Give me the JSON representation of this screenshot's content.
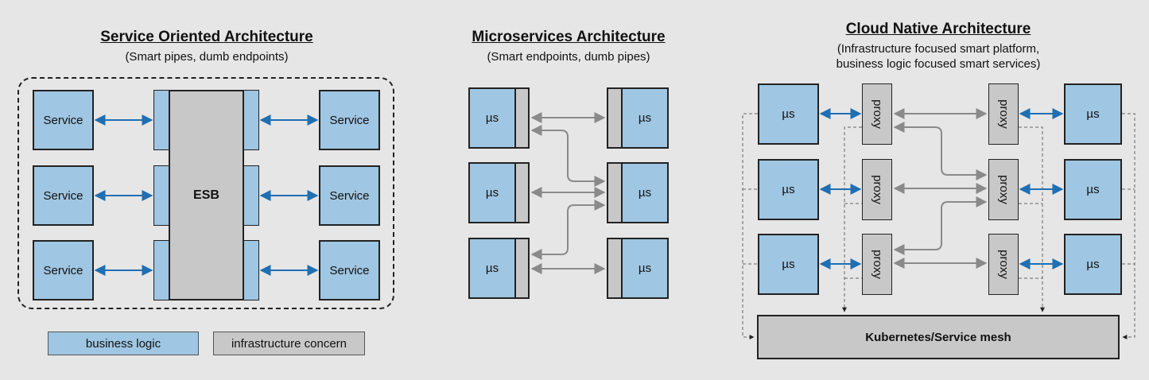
{
  "soa": {
    "title": "Service Oriented Architecture",
    "subtitle": "(Smart pipes, dumb endpoints)",
    "service_label": "Service",
    "esb_label": "ESB"
  },
  "legend": {
    "business": "business logic",
    "infra": "infrastructure concern"
  },
  "micro": {
    "title": "Microservices Architecture",
    "subtitle": "(Smart endpoints, dumb pipes)",
    "node_label": "µs"
  },
  "cloud": {
    "title": "Cloud Native Architecture",
    "subtitle_line1": "(Infrastructure focused smart platform,",
    "subtitle_line2": "business logic focused smart services)",
    "node_label": "µs",
    "proxy_label": "proxy",
    "platform_label": "Kubernetes/Service mesh"
  },
  "colors": {
    "business": "#9fc6e2",
    "infra": "#c8c8c8",
    "blue_arrow": "#1f6fb2",
    "gray_arrow": "#8a8a8a"
  }
}
